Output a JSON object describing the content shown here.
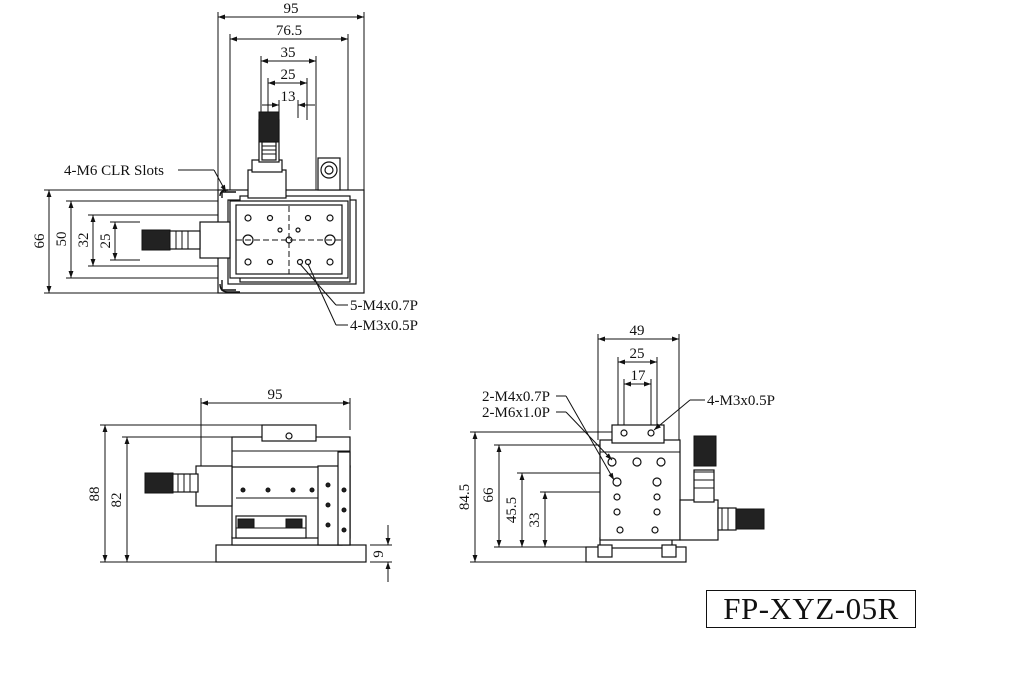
{
  "model": "FP-XYZ-05R",
  "top_view": {
    "dims": {
      "w95": "95",
      "w76_5": "76.5",
      "w35": "35",
      "w25": "25",
      "w13": "13",
      "h66": "66",
      "h50": "50",
      "h32": "32",
      "h25": "25"
    },
    "notes": {
      "slots": "4-M6 CLR Slots",
      "m4": "5-M4x0.7P",
      "m3": "4-M3x0.5P"
    }
  },
  "front_view": {
    "dims": {
      "w95": "95",
      "h88": "88",
      "h82": "82",
      "h9": "9"
    }
  },
  "side_view": {
    "dims": {
      "w49": "49",
      "w25": "25",
      "w17": "17",
      "h84_5": "84.5",
      "h66": "66",
      "h45_5": "45.5",
      "h33": "33"
    },
    "notes": {
      "m4": "2-M4x0.7P",
      "m6": "2-M6x1.0P",
      "m3": "4-M3x0.5P"
    }
  }
}
